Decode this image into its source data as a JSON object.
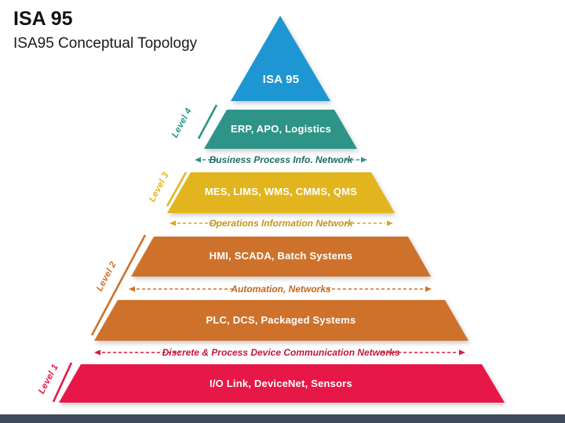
{
  "slide": {
    "title": "ISA 95",
    "subtitle": "ISA95 Conceptual Topology"
  },
  "pyramid": {
    "apex": {
      "label": "ISA 95",
      "color": "#1E96D3"
    },
    "levels": [
      {
        "side_label": "Level 4",
        "label": "ERP, APO, Logistics",
        "color": "#2E9487"
      },
      {
        "side_label": "Level 3",
        "label": "MES, LIMS, WMS, CMMS, QMS",
        "color": "#E2B51E"
      },
      {
        "side_label": "Level 2",
        "label": "HMI, SCADA, Batch Systems",
        "color": "#CE722B"
      },
      {
        "label": "PLC, DCS, Packaged Systems",
        "color": "#CE722B"
      },
      {
        "side_label": "Level 1",
        "label": "I/O Link, DeviceNet, Sensors",
        "color": "#E71747"
      }
    ],
    "networks": [
      {
        "label": "Business Process Info. Network",
        "color": "#2E9487",
        "text_color": "#1E6E63"
      },
      {
        "label": "Operations Information Network",
        "color": "#D9A91C",
        "text_color": "#C1951A"
      },
      {
        "label": "Automation, Networks",
        "color": "#CE722B",
        "text_color": "#C2671F"
      },
      {
        "label": "Discrete & Process Device Communication Networks",
        "color": "#D81A40",
        "text_color": "#C2173B"
      }
    ]
  },
  "footer": {
    "bar_color": "#3E4A5B"
  }
}
